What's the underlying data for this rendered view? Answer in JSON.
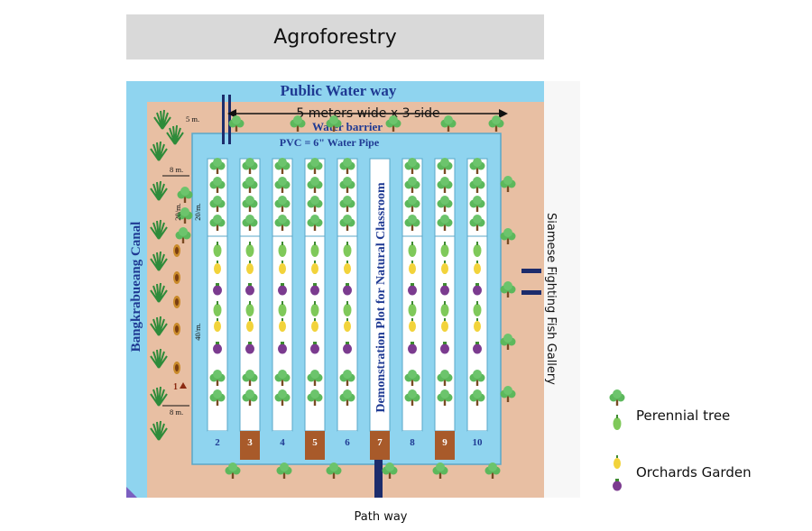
{
  "title": "Agroforestry",
  "top_label": "Public Water way",
  "width_label": "5 meters wide x 3 side",
  "water_barrier": "Water barrier",
  "pipe_label": "PVC = 6\" Water Pipe",
  "canal_label": "Bangkrabueang Canal",
  "classroom_label": "Demonstration Plot for Natural Classroom",
  "side_label": "Siamese Fighting Fish Gallery",
  "footer_label": "Path way",
  "left_dims": {
    "top": "5 m.",
    "upper": "8 m.",
    "mid": "20/m.",
    "mid2": "20/m.",
    "lower": "40/m.",
    "bottom": "8 m.",
    "marker": "1"
  },
  "plot_numbers": [
    "2",
    "3",
    "4",
    "5",
    "6",
    "7",
    "8",
    "9",
    "10"
  ],
  "legend": [
    {
      "label": "Perennial tree",
      "icon": "perennial-tree-icon"
    },
    {
      "label": "Orchards Garden",
      "icon": "orchard-fruit-icon"
    }
  ],
  "colors": {
    "water": "#8fd4ef",
    "soil": "#e8bfa3",
    "path": "#a85a2a",
    "pipe": "#1c2c6c",
    "text_blue": "#1f3a93",
    "tree": "#5cb85c",
    "mango": "#f2d33b",
    "eggplant": "#7b3b8f"
  }
}
